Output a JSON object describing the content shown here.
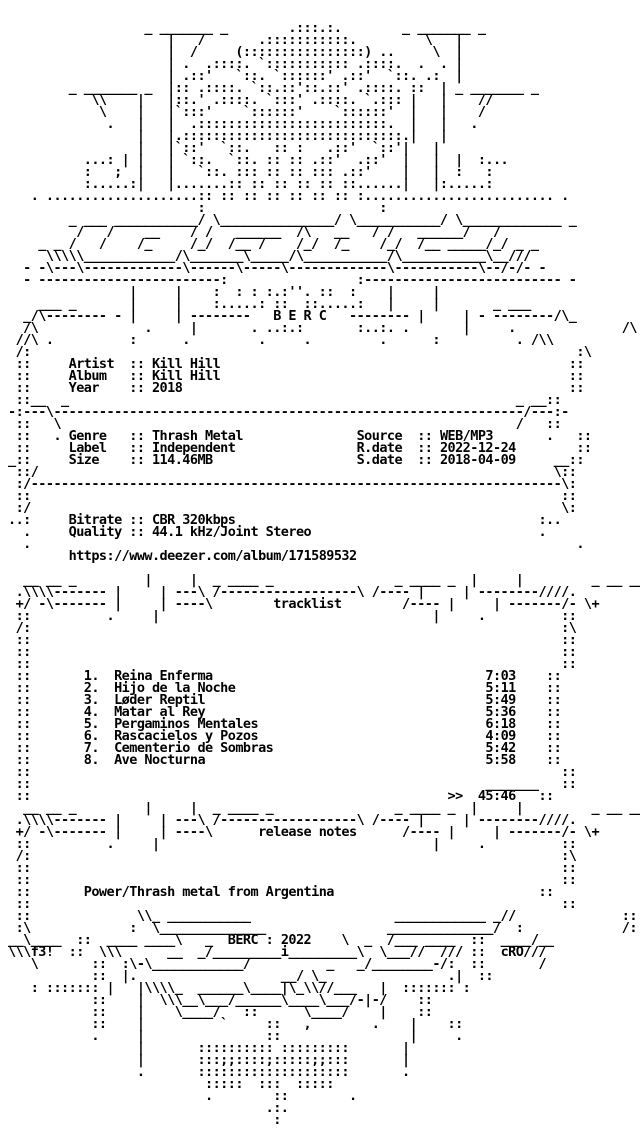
{
  "header": {
    "group_letters": "B E R C"
  },
  "release": {
    "artist_label": "Artist",
    "artist": "Kill Hill",
    "album_label": "Album",
    "album": "Kill Hill",
    "year_label": "Year",
    "year": "2018",
    "genre_label": "Genre",
    "genre": "Thrash Metal",
    "label_label": "Label",
    "label": "Independent",
    "size_label": "Size",
    "size": "114.46MB",
    "source_label": "Source",
    "source": "WEB/MP3",
    "rdate_label": "R.date",
    "rdate": "2022-12-24",
    "sdate_label": "S.date",
    "sdate": "2018-04-09",
    "bitrate_label": "Bitrate",
    "bitrate": "CBR 320kbps",
    "quality_label": "Quality",
    "quality": "44.1 kHz/Joint Stereo",
    "url": "https://www.deezer.com/album/171589532"
  },
  "sections": {
    "tracklist": "tracklist",
    "release_notes": "release notes"
  },
  "tracklist": [
    {
      "num": "1.",
      "title": "Reina Enferma",
      "time": "7:03"
    },
    {
      "num": "2.",
      "title": "Hijo de la Noche",
      "time": "5:11"
    },
    {
      "num": "3.",
      "title": "Løder Reptil",
      "time": "5:49"
    },
    {
      "num": "4.",
      "title": "Matar al Rey",
      "time": "5:36"
    },
    {
      "num": "5.",
      "title": "Pergaminos Mentales",
      "time": "6:18"
    },
    {
      "num": "6.",
      "title": "Rascacielos y Pozos",
      "time": "4:09"
    },
    {
      "num": "7.",
      "title": "Cementerio de Sombras",
      "time": "5:42"
    },
    {
      "num": "8.",
      "title": "Ave Nocturna",
      "time": "5:58"
    }
  ],
  "total_marker": ">>",
  "total_time": "45:46",
  "release_notes": "Power/Thrash metal from Argentina",
  "footer": {
    "group": "BERC",
    "year": "2022",
    "left_tag": "f3!",
    "right_tag": "cRO"
  }
}
